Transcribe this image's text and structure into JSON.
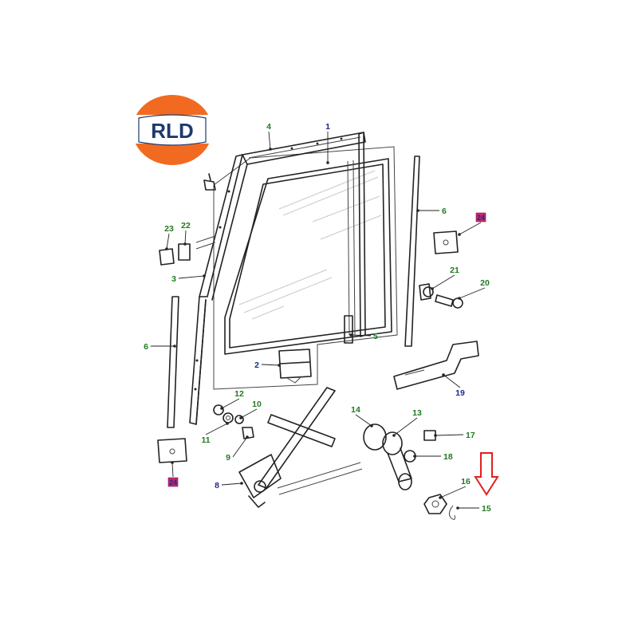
{
  "logo": {
    "text": "RLD",
    "colors": {
      "outer": "#f26a21",
      "band": "#ffffff",
      "letters": "#1e3a6e"
    }
  },
  "callouts": [
    {
      "id": "c1",
      "text": "1",
      "color": "navy"
    },
    {
      "id": "c2",
      "text": "2",
      "color": "navy"
    },
    {
      "id": "c3",
      "text": "3",
      "color": "green"
    },
    {
      "id": "c4",
      "text": "4",
      "color": "green"
    },
    {
      "id": "c5",
      "text": "5",
      "color": "green"
    },
    {
      "id": "c6a",
      "text": "6",
      "color": "green"
    },
    {
      "id": "c6b",
      "text": "6",
      "color": "green"
    },
    {
      "id": "c8",
      "text": "8",
      "color": "navy"
    },
    {
      "id": "c9",
      "text": "9",
      "color": "green"
    },
    {
      "id": "c10",
      "text": "10",
      "color": "green"
    },
    {
      "id": "c11",
      "text": "11",
      "color": "green"
    },
    {
      "id": "c12",
      "text": "12",
      "color": "green"
    },
    {
      "id": "c13",
      "text": "13",
      "color": "green"
    },
    {
      "id": "c14",
      "text": "14",
      "color": "green"
    },
    {
      "id": "c15",
      "text": "15",
      "color": "green"
    },
    {
      "id": "c16",
      "text": "16",
      "color": "green"
    },
    {
      "id": "c17",
      "text": "17",
      "color": "green"
    },
    {
      "id": "c18",
      "text": "18",
      "color": "green"
    },
    {
      "id": "c19",
      "text": "19",
      "color": "navy"
    },
    {
      "id": "c20",
      "text": "20",
      "color": "green"
    },
    {
      "id": "c21",
      "text": "21",
      "color": "green"
    },
    {
      "id": "c22",
      "text": "22",
      "color": "green"
    },
    {
      "id": "c23",
      "text": "23",
      "color": "green"
    },
    {
      "id": "c24a",
      "text": "24",
      "color": "navy"
    },
    {
      "id": "c24b",
      "text": "24",
      "color": "navy"
    }
  ],
  "highlight": {
    "arrow_color": "#e02020",
    "tag_color": "#c4286e"
  }
}
